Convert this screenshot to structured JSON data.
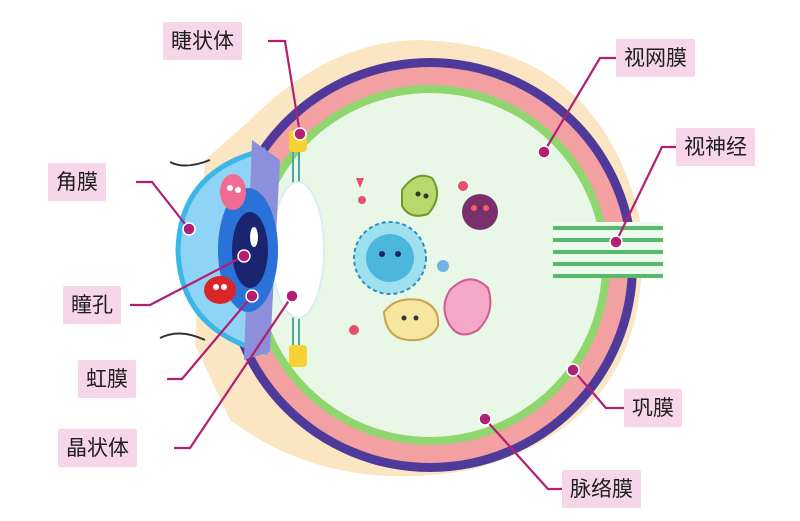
{
  "labels": {
    "ciliary_body": "睫状体",
    "retina": "视网膜",
    "optic_nerve": "视神经",
    "cornea": "角膜",
    "pupil": "瞳孔",
    "iris": "虹膜",
    "lens": "晶状体",
    "sclera": "巩膜",
    "choroid": "脉络膜"
  },
  "colors": {
    "leader": "#b21f73",
    "label_bg": "#f6d6e8",
    "sclera": "#4f3a9c",
    "choroid": "#f2a0a2",
    "retina": "#8ed66d",
    "vitreous": "#e9f7e7",
    "eyelid": "#fbe6c3",
    "cornea": "#3bb6e8",
    "iris": "#1e6ad0",
    "pupil": "#1b2470",
    "optic_nerve": "#58b86c"
  },
  "icons": [
    "virus-icon",
    "bacteria-icon",
    "germ-icon"
  ]
}
